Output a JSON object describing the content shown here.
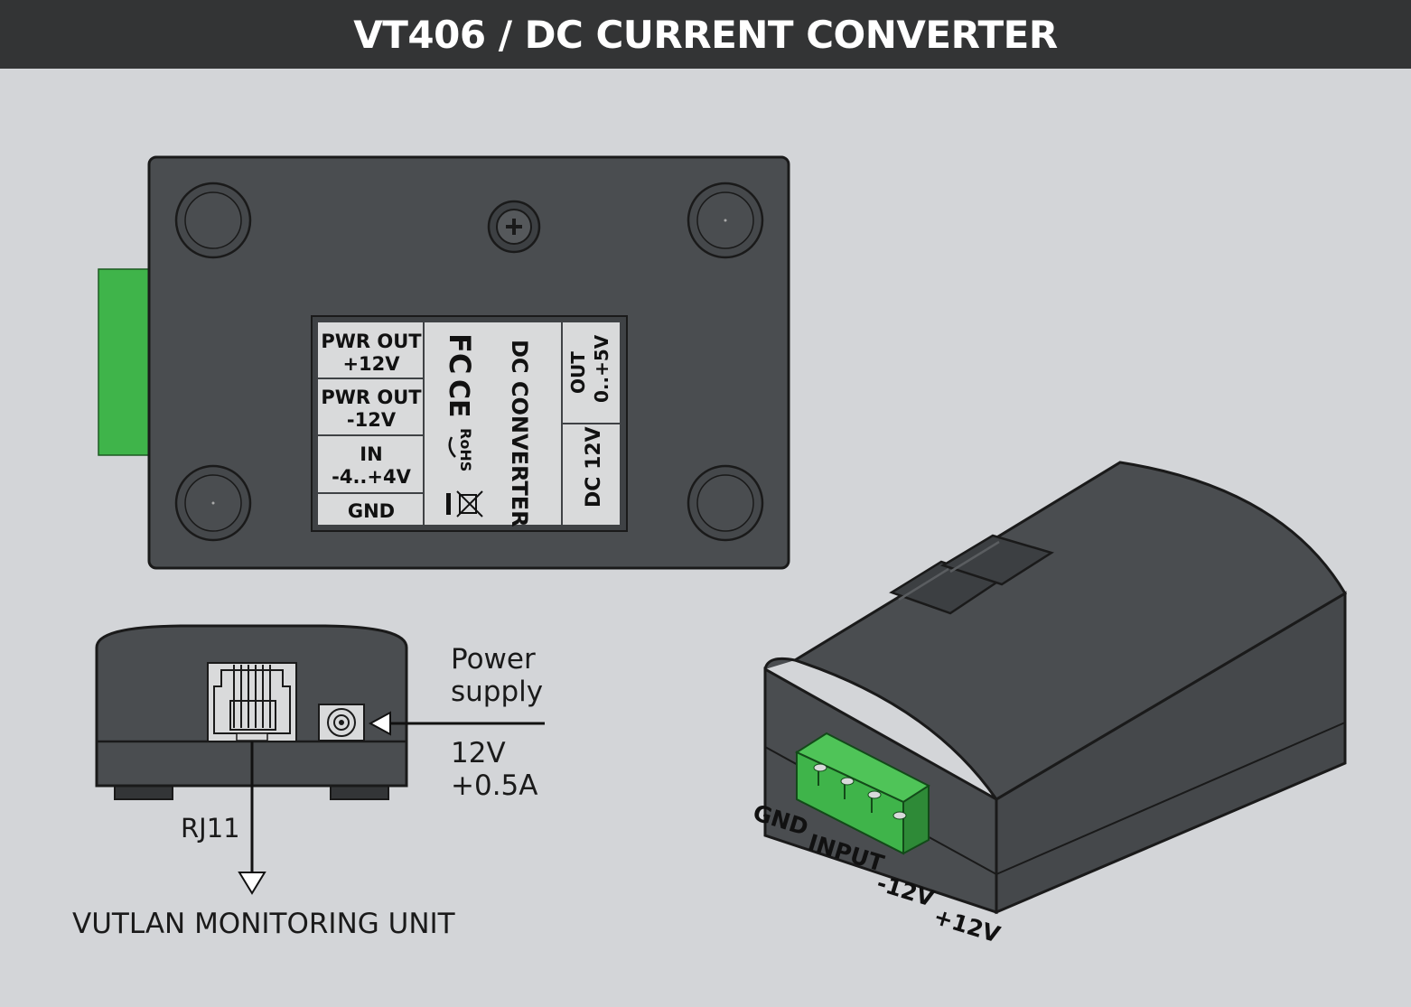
{
  "title": "VT406 / DC CURRENT CONVERTER",
  "label_panel": {
    "rows": [
      {
        "line1": "PWR OUT",
        "line2": "+12V"
      },
      {
        "line1": "PWR OUT",
        "line2": "-12V"
      },
      {
        "line1": "IN",
        "line2": "-4..+4V"
      },
      {
        "line1": "GND",
        "line2": ""
      }
    ],
    "center_text": "DC CONVERTER",
    "rohs": "RoHS",
    "fc_mark": "FC",
    "ce_mark": "CE",
    "right_top": {
      "line1": "OUT",
      "line2": "0..+5V"
    },
    "right_bottom": "DC 12V"
  },
  "side_view": {
    "power_label": {
      "line1": "Power",
      "line2": "supply"
    },
    "power_spec": {
      "line1": "12V",
      "line2": "+0.5A"
    },
    "rj11_label": "RJ11",
    "destination": "VUTLAN MONITORING UNIT"
  },
  "iso_view": {
    "terminals": [
      "GND",
      "INPUT",
      "-12V",
      "+12V"
    ]
  },
  "colors": {
    "background": "#d3d5d8",
    "title_bar": "#333435",
    "device_body": "#4a4d50",
    "terminal_green": "#3fb44a",
    "label_panel": "#d9dadb"
  }
}
